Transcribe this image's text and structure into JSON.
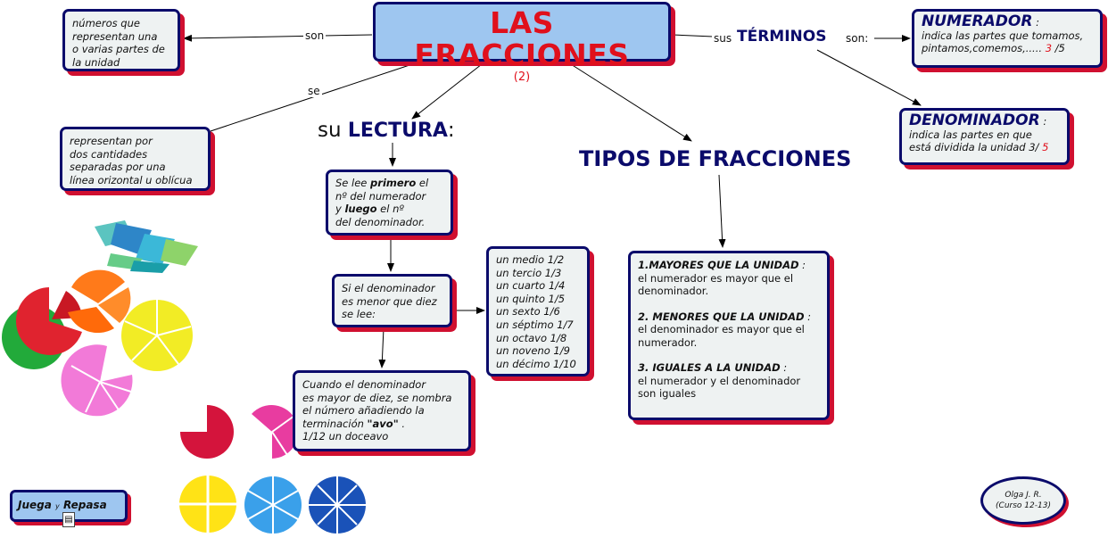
{
  "title": {
    "main": "LAS FRACCIONES",
    "sub": "(2)"
  },
  "links": {
    "son_left": "son",
    "se": "se",
    "sus": "sus",
    "son_right": "son:"
  },
  "terminos_word": "TÉRMINOS",
  "nodes": {
    "numeros": [
      "números que",
      "representan una",
      "o varias partes de",
      "la unidad"
    ],
    "representan": [
      "representan por",
      "dos cantidades",
      "separadas por una",
      "línea orizontal u oblícua"
    ],
    "numerador": {
      "head": "NUMERADOR",
      "colon": ":",
      "line1": "indica las partes que tomamos,",
      "line2_pre": "pintamos,comemos,..... ",
      "line2_red": "3",
      "line2_post": " /5"
    },
    "denominador": {
      "head": "DENOMINADOR",
      "colon": ":",
      "line1": "indica las partes en que",
      "line2_pre": "está dividida la unidad 3/ ",
      "line2_red": "5"
    },
    "lectura": {
      "prefix": "su ",
      "bold": "LECTURA",
      "suffix": ":"
    },
    "se_lee": {
      "l1_pre": "Se lee ",
      "l1_bold": "primero",
      "l1_post": " el",
      "l2": "nº del numerador",
      "l3_pre": "y ",
      "l3_bold": "luego",
      "l3_post": " el nº",
      "l4": "del denominador."
    },
    "menor_diez": [
      "Si el denominador",
      "es menor que diez",
      "se lee:"
    ],
    "lista_nombres": [
      "un medio 1/2",
      "un tercio 1/3",
      "un cuarto 1/4",
      "un quinto 1/5",
      "un sexto 1/6",
      "un séptimo 1/7",
      "un octavo 1/8",
      "un noveno 1/9",
      "un décimo 1/10"
    ],
    "mayor_diez": {
      "l1": "Cuando el denominador",
      "l2": "es mayor de diez, se nombra",
      "l3": "el número añadiendo la",
      "l4_pre": "terminación  ",
      "l4_bold": "\"avo\"",
      "l4_post": " .",
      "l5": "1/12 un doceavo"
    },
    "tipos": "TIPOS DE FRACCIONES",
    "tipos_lista": [
      {
        "head": "1.MAYORES QUE LA UNIDAD",
        "colon": " :",
        "body": [
          "el numerador es mayor que el",
          "denominador."
        ]
      },
      {
        "head": "2. MENORES QUE LA UNIDAD",
        "colon": " :",
        "body": [
          "el denominador es mayor que el",
          "numerador."
        ]
      },
      {
        "head": "3. IGUALES A LA UNIDAD",
        "colon": " :",
        "body": [
          "el numerador y el denominador",
          "son iguales"
        ]
      }
    ]
  },
  "button": {
    "juega": "Juega",
    "y": "y",
    "repasa": "Repasa"
  },
  "author": [
    "Olga J. R.",
    "(Curso 12-13)"
  ],
  "colors": {
    "navy": "#0b0b6b",
    "red": "#e0101c",
    "shadow": "#d01030",
    "box_fill": "#eef2f2",
    "title_fill": "#9ec6f0"
  }
}
